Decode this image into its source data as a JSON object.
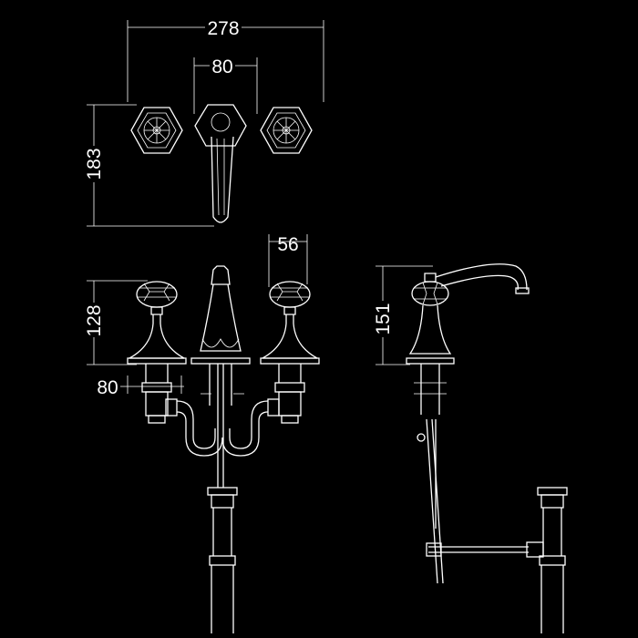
{
  "drawing": {
    "dimensions": {
      "overall_width": "278",
      "spout_plate_width": "80",
      "wall_height": "183",
      "handle_width": "56",
      "handle_height": "128",
      "flange_width": "80",
      "spout_height": "151"
    },
    "colors": {
      "background": "#000000",
      "line": "#ffffff"
    }
  }
}
